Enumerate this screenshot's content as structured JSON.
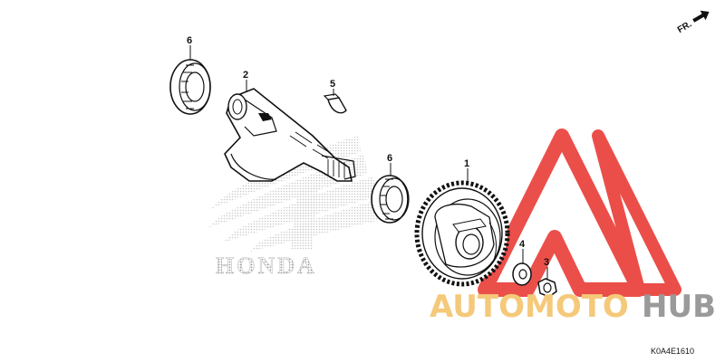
{
  "brand_logo": {
    "word": "HONDA"
  },
  "watermark": {
    "part1": "AUTO",
    "part2": "MOTO",
    "part3": "HUB",
    "color_auto": "#f5c97a",
    "color_hub": "#9a9a9a",
    "color_logo": "#e8302a"
  },
  "direction_marker": {
    "label": "FR."
  },
  "diagram_code": "K0A4E1610",
  "callouts": [
    {
      "number": "6",
      "part": "bearing-upper"
    },
    {
      "number": "2",
      "part": "balancer-shaft"
    },
    {
      "number": "5",
      "part": "woodruff-key"
    },
    {
      "number": "6",
      "part": "bearing-lower"
    },
    {
      "number": "1",
      "part": "balancer-gear"
    },
    {
      "number": "4",
      "part": "washer"
    },
    {
      "number": "3",
      "part": "nut"
    }
  ]
}
